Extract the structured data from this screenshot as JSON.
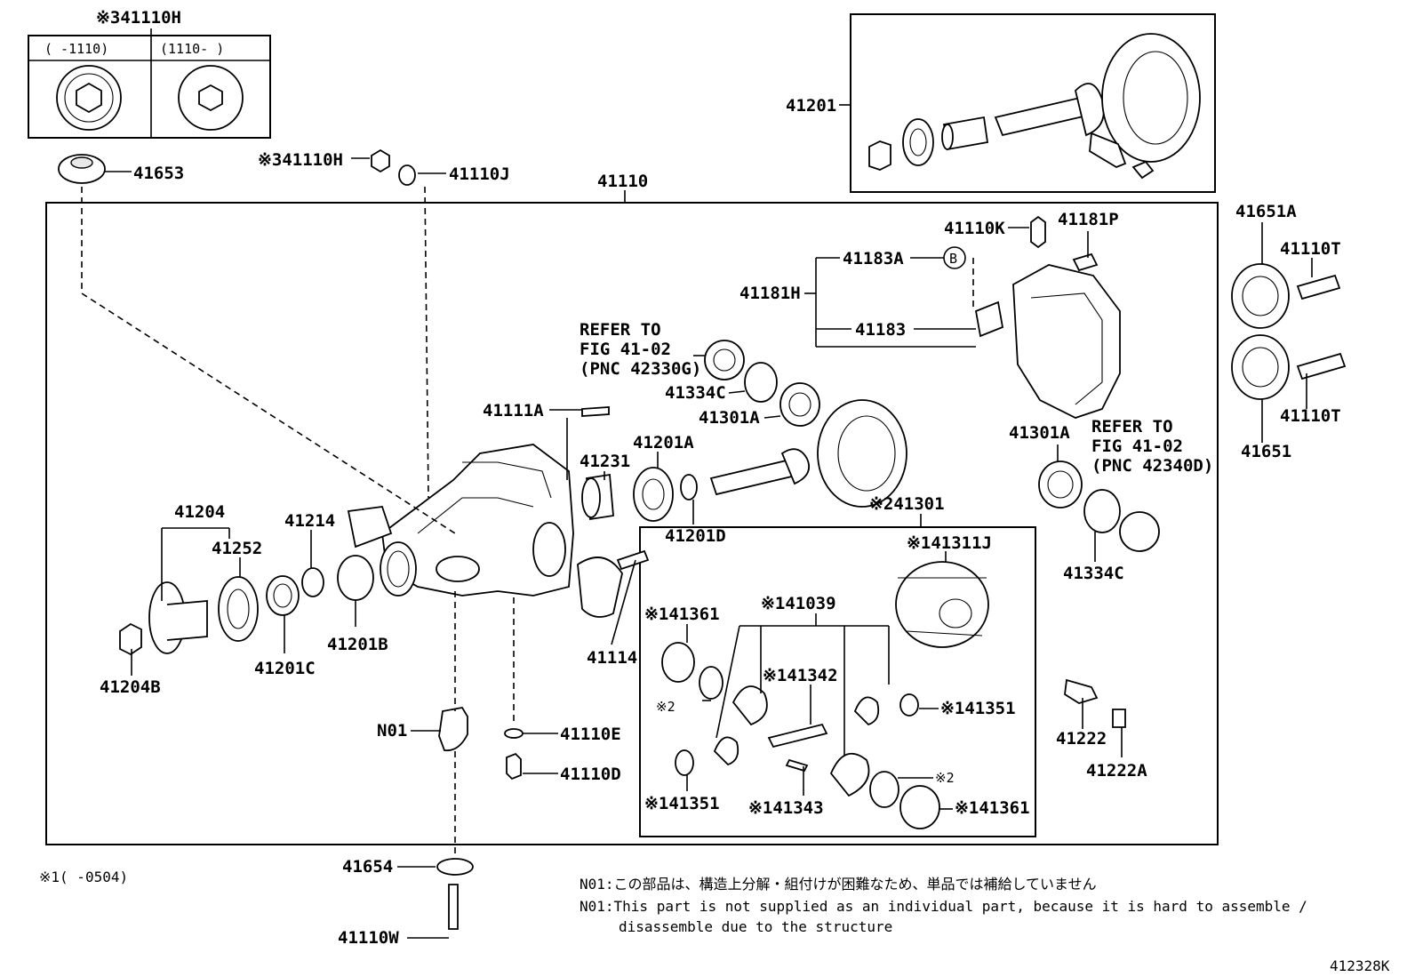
{
  "labels": {
    "l41110H_top": "※341110H",
    "l41110H_mid": "※341110H",
    "l41653": "41653",
    "l41110J": "41110J",
    "l41110": "41110",
    "l41201": "41201",
    "l41110K": "41110K",
    "l41181P": "41181P",
    "l41183A": "41183A",
    "l41181H": "41181H",
    "l41183": "41183",
    "l41651A": "41651A",
    "l41110T_a": "41110T",
    "l41110T_b": "41110T",
    "l41651": "41651",
    "l41334C_a": "41334C",
    "l41301A_a": "41301A",
    "l41111A": "41111A",
    "l41231": "41231",
    "l41201A": "41201A",
    "l41201D": "41201D",
    "l41301A_b": "41301A",
    "l41334C_b": "41334C",
    "l41301": "※241301",
    "l41311J": "※141311J",
    "l41204": "41204",
    "l41214": "41214",
    "l41252": "41252",
    "l41201B": "41201B",
    "l41201C": "41201C",
    "l41204B": "41204B",
    "l41114": "41114",
    "l41361_a": "※141361",
    "l41039": "※141039",
    "l41342": "※141342",
    "l41351_a": "※141351",
    "l41222": "41222",
    "l41222A": "41222A",
    "lx2_a": "※2",
    "lx2_b": "※2",
    "l41351_b": "※141351",
    "l41343": "※141343",
    "l41361_b": "※141361",
    "lN01": "N01",
    "l41110E": "41110E",
    "l41110D": "41110D",
    "l41654": "41654",
    "l41110W": "41110W"
  },
  "refer": {
    "upper": [
      "REFER TO",
      "FIG 41-02",
      "(PNC 42330G)"
    ],
    "lower": [
      "REFER TO",
      "FIG 41-02",
      "(PNC 42340D)"
    ]
  },
  "inset": {
    "col1": "(     -1110)",
    "col2": "(1110-      )"
  },
  "callout_b": "B",
  "footnote_x1": "※1(     -0504)",
  "notes": {
    "jp": "N01:この部品は、構造上分解・組付けが困難なため、単品では補給していません",
    "en1": "N01:This part is not supplied as an individual part, because it is hard to assemble /",
    "en2": "disassemble due to the structure"
  },
  "figure_code": "412328K"
}
